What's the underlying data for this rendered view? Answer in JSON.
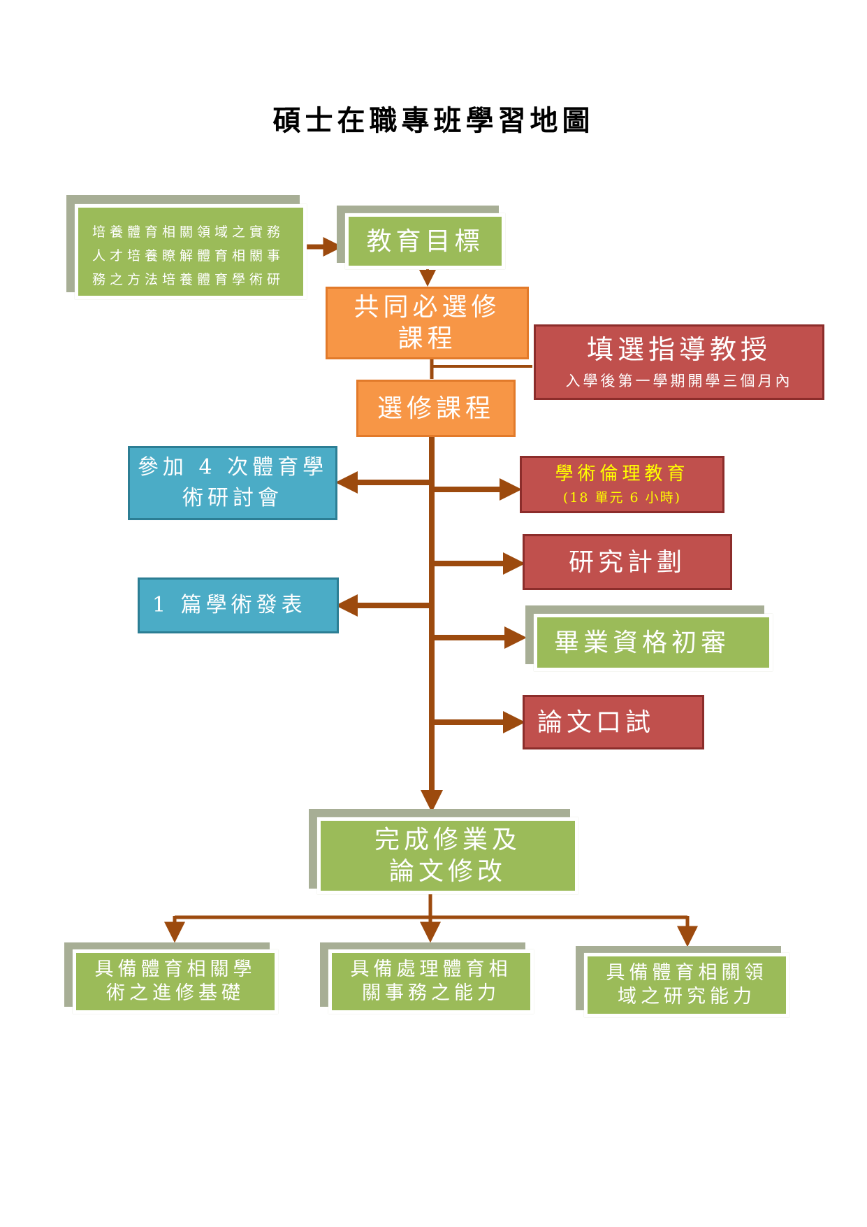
{
  "title": "碩士在職專班學習地圖",
  "nodes": {
    "mission": {
      "line1": "培養體育相關領域之實務",
      "line2": "人才培養瞭解體育相關事",
      "line3": "務之方法培養體育學術研"
    },
    "goal": "教育目標",
    "core_course": {
      "line1": "共同必選修",
      "line2": "課程"
    },
    "advisor": {
      "line1": "填選指導教授",
      "line2": "入學後第一學期開學三個月內"
    },
    "elective": "選修課程",
    "seminar": {
      "line1": "參加 4 次體育學",
      "line2": "術研討會"
    },
    "publication": "1 篇學術發表",
    "ethics": {
      "line1": "學術倫理教育",
      "line2": "(18 單元 6 小時)"
    },
    "proposal": "研究計劃",
    "qualification": "畢業資格初審",
    "defense": "論文口試",
    "completion": {
      "line1": "完成修業及",
      "line2": "論文修改"
    },
    "outcome1": {
      "line1": "具備體育相關學",
      "line2": "術之進修基礎"
    },
    "outcome2": {
      "line1": "具備處理體育相",
      "line2": "關事務之能力"
    },
    "outcome3": {
      "line1": "具備體育相關領",
      "line2": "域之研究能力"
    }
  },
  "colors": {
    "green": "#9bbb59",
    "orange": "#f79646",
    "red": "#c0504d",
    "blue": "#4bacc6",
    "arrow": "#9c4a0e",
    "ethics_text": "#ffff00"
  }
}
